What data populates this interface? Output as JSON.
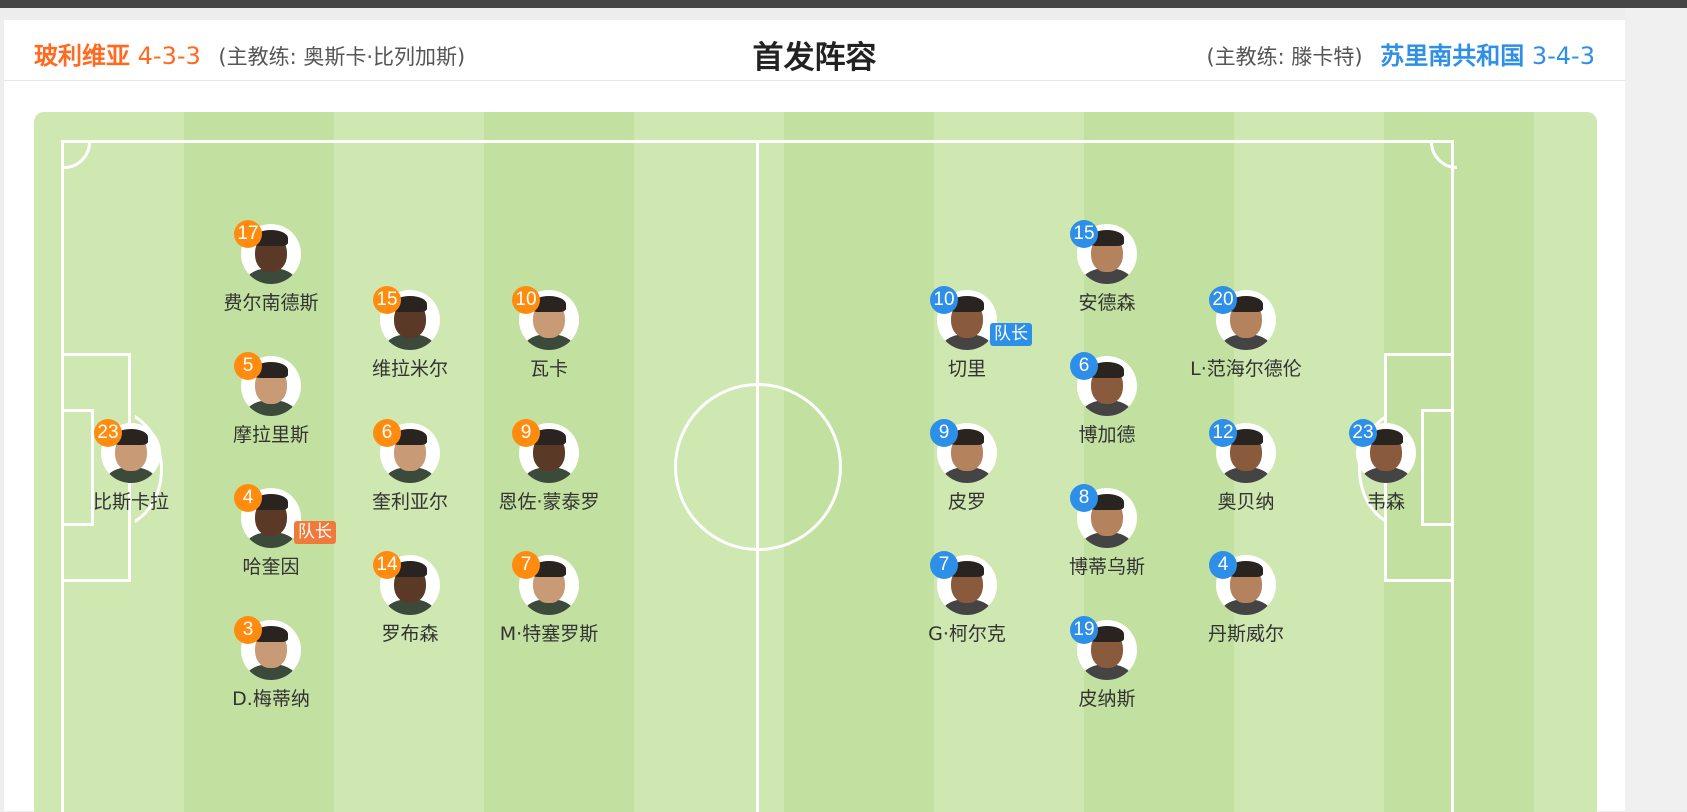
{
  "header": {
    "title": "首发阵容",
    "home": {
      "name": "玻利维亚",
      "formation": "4-3-3",
      "coach": "(主教练: 奥斯卡·比列加斯)"
    },
    "away": {
      "name": "苏里南共和国",
      "formation": "3-4-3",
      "coach": "(主教练: 滕卡特)"
    }
  },
  "captain_label": "队长",
  "colors": {
    "home_accent": "#ff8c0f",
    "away_accent": "#2d8fe8",
    "pitch_light": "#cfe7b1",
    "pitch_dark": "#c2e1a0"
  },
  "home_players": [
    {
      "number": "23",
      "name": "比斯卡拉"
    },
    {
      "number": "17",
      "name": "费尔南德斯"
    },
    {
      "number": "5",
      "name": "摩拉里斯"
    },
    {
      "number": "4",
      "name": "哈奎因",
      "captain": true
    },
    {
      "number": "3",
      "name": "D.梅蒂纳"
    },
    {
      "number": "15",
      "name": "维拉米尔"
    },
    {
      "number": "6",
      "name": "奎利亚尔"
    },
    {
      "number": "14",
      "name": "罗布森"
    },
    {
      "number": "10",
      "name": "瓦卡"
    },
    {
      "number": "9",
      "name": "恩佐·蒙泰罗"
    },
    {
      "number": "7",
      "name": "M·特塞罗斯"
    }
  ],
  "away_players": [
    {
      "number": "10",
      "name": "切里",
      "captain": true
    },
    {
      "number": "9",
      "name": "皮罗"
    },
    {
      "number": "7",
      "name": "G·柯尔克"
    },
    {
      "number": "15",
      "name": "安德森"
    },
    {
      "number": "6",
      "name": "博加德"
    },
    {
      "number": "8",
      "name": "博蒂乌斯"
    },
    {
      "number": "19",
      "name": "皮纳斯"
    },
    {
      "number": "20",
      "name": "L·范海尔德伦"
    },
    {
      "number": "12",
      "name": "奥贝纳"
    },
    {
      "number": "4",
      "name": "丹斯威尔"
    },
    {
      "number": "23",
      "name": "韦森"
    }
  ]
}
